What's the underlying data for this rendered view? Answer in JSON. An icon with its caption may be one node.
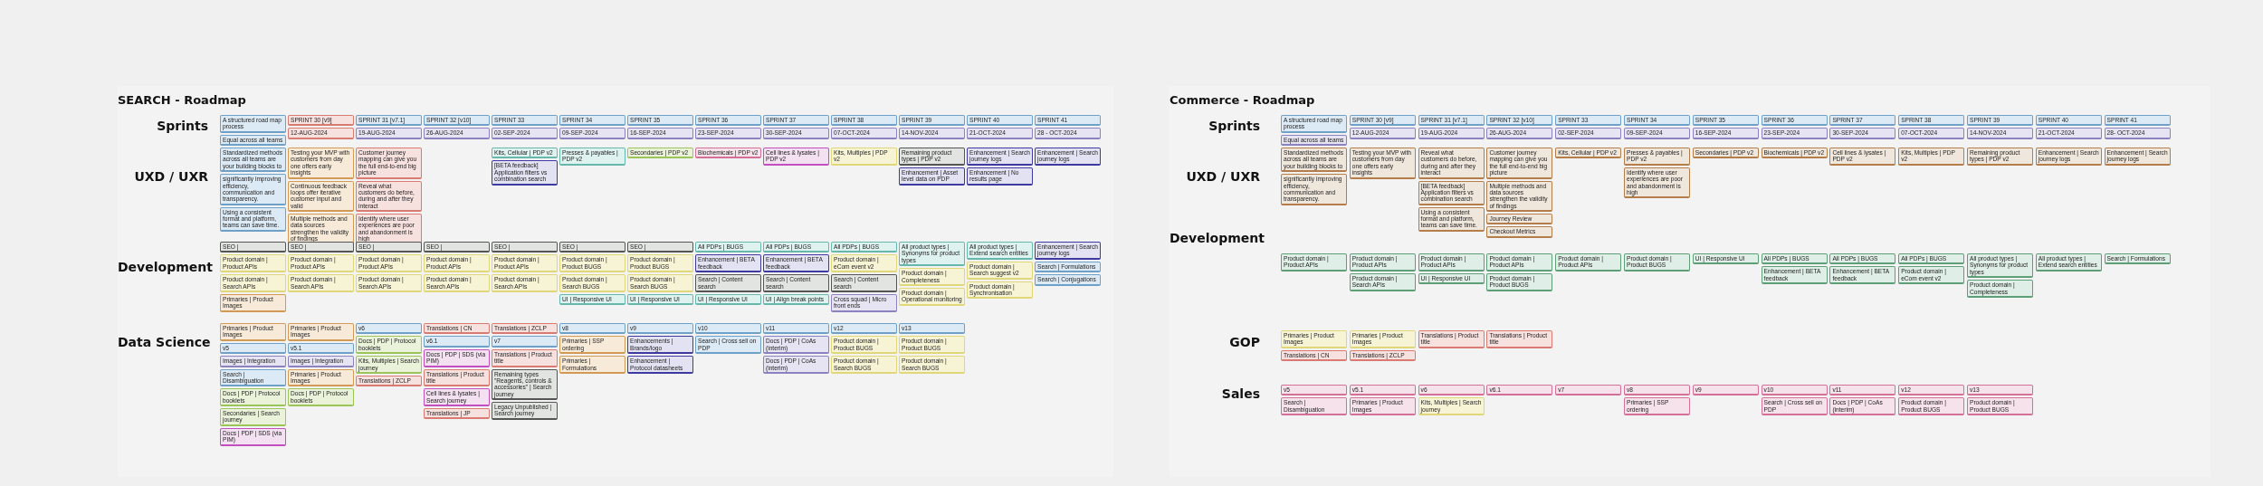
{
  "diagram": {
    "nodes": [
      {
        "text": [
          "SEARCH - Roadmap"
        ]
      },
      {
        "text": [
          "A structured road map process"
        ],
        "in": 0
      },
      {
        "text": [
          "Equal across all teams"
        ],
        "in": 0
      },
      {
        "text": [
          "SPRINT 30 [v9]"
        ],
        "in": 0
      },
      {
        "text": [
          "12-AUG-2024"
        ],
        "in": 0
      },
      {
        "text": [
          "SPRINT 31 [v7.1]"
        ],
        "in": 0
      },
      {
        "text": [
          "19-AUG-2024"
        ],
        "in": 0
      },
      {
        "text": [
          "SPRINT 32 [v10]"
        ],
        "in": 0
      },
      {
        "text": [
          "26-AUG-2024"
        ],
        "in": 0
      },
      {
        "text": [
          "SPRINT 33"
        ],
        "in": 0
      },
      {
        "text": [
          "02-SEP-2024"
        ],
        "in": 0
      },
      {
        "text": [
          "SPRINT 34"
        ],
        "in": 0
      },
      {
        "text": [
          "09-SEP-2024"
        ],
        "in": 0
      },
      {
        "text": [
          "SPRINT 35"
        ],
        "in": 0
      },
      {
        "text": [
          "16-SEP-2024"
        ],
        "in": 0
      },
      {
        "text": [
          "SPRINT 36"
        ],
        "in": 0
      },
      {
        "text": [
          "23-SEP-2024"
        ],
        "in": 0
      },
      {
        "text": [
          "SPRINT 37"
        ],
        "in": 0
      },
      {
        "text": [
          "30-SEP-2024"
        ],
        "in": 0
      },
      {
        "text": [
          "SPRINT 38"
        ],
        "in": 0
      },
      {
        "text": [
          "07-OCT-2024"
        ],
        "in": 0
      },
      {
        "text": [
          "SPRINT 39"
        ],
        "in": 0
      },
      {
        "text": [
          "14-NOV-2024"
        ],
        "in": 0
      },
      {
        "text": [
          "SPRINT 40"
        ],
        "in": 0
      },
      {
        "text": [
          "21-OCT-2024"
        ],
        "in": 0
      },
      {
        "text": [
          "SPRINT 41"
        ],
        "in": 0
      },
      {
        "text": [
          "28 - OCT-2024"
        ],
        "in": 0
      },
      {
        "text": [
          "Standardized methods across all teams are your building blocks to"
        ],
        "in": 0
      },
      {
        "text": [
          "significantly improving efficiency, communication and transparency."
        ],
        "in": 0
      },
      {
        "text": [
          "Using a consistent format and platform, teams can save time."
        ],
        "in": 0
      },
      {
        "text": [
          "Testing your MVP with customers from day one offers early insights"
        ],
        "in": 0
      },
      {
        "text": [
          "Continuous feedback loops offer iterative customer input and valid"
        ],
        "in": 0
      },
      {
        "text": [
          "Multiple methods and data sources strengthen the validity of findings"
        ],
        "in": 0
      },
      {
        "text": [
          "Customer journey mapping can give you the full end-to-end big picture"
        ],
        "in": 0
      },
      {
        "text": [
          "Reveal what customers do before, during and after they interact"
        ],
        "in": 0
      },
      {
        "text": [
          "Identify where user experiences are poor and abandonment is high"
        ],
        "in": 0
      },
      {
        "text": [
          "Kits, Cellular | PDP v2"
        ],
        "in": 0
      },
      {
        "text": [
          "[BETA feedback] Application filters vs combination search"
        ],
        "in": 0
      },
      {
        "text": [
          "Presses & payables | PDP v2"
        ],
        "in": 0
      },
      {
        "text": [
          "Secondaries | PDP v2"
        ],
        "in": 0
      },
      {
        "text": [
          "Biochemicals | PDP v2"
        ],
        "in": 0
      },
      {
        "text": [
          "Cell lines & lysates | PDP v2"
        ],
        "in": 0
      },
      {
        "text": [
          "Kits, Multiples | PDP v2"
        ],
        "in": 0
      },
      {
        "text": [
          "Remaining product types | PDP v2"
        ],
        "in": 0
      },
      {
        "text": [
          "Enhancement | Asset level data on PDP"
        ],
        "in": 0
      },
      {
        "text": [
          "Enhancement | Search journey logs"
        ],
        "in": 0
      },
      {
        "text": [
          "Enhancement | No results page"
        ],
        "in": 0
      },
      {
        "text": [
          "Enhancement | Search journey logs"
        ],
        "in": 0
      },
      {
        "text": [
          "SEO |"
        ],
        "in": 0
      },
      {
        "text": [
          "Product domain | Product APIs"
        ],
        "in": 0
      },
      {
        "text": [
          "Product domain | Search APIs"
        ],
        "in": 0
      },
      {
        "text": [
          "Primaries | Product Images"
        ],
        "in": 0
      },
      {
        "text": [
          "SEO |"
        ],
        "in": 0
      },
      {
        "text": [
          "Product domain | Product APIs"
        ],
        "in": 0
      },
      {
        "text": [
          "Product domain | Search APIs"
        ],
        "in": 0
      },
      {
        "text": [
          "SEO |"
        ],
        "in": 0
      },
      {
        "text": [
          "Product domain | Product APIs"
        ],
        "in": 0
      },
      {
        "text": [
          "Product domain | Search APIs"
        ],
        "in": 0
      },
      {
        "text": [
          "SEO |"
        ],
        "in": 0
      },
      {
        "text": [
          "Product domain | Product APIs"
        ],
        "in": 0
      },
      {
        "text": [
          "Product domain | Search APIs"
        ],
        "in": 0
      },
      {
        "text": [
          "SEO |"
        ],
        "in": 0
      },
      {
        "text": [
          "Product domain | Product APIs"
        ],
        "in": 0
      },
      {
        "text": [
          "Product domain | Search APIs"
        ],
        "in": 0
      },
      {
        "text": [
          "SEO |"
        ],
        "in": 0
      },
      {
        "text": [
          "Product domain | Product BUGS"
        ],
        "in": 0
      },
      {
        "text": [
          "Product domain | Search BUGS"
        ],
        "in": 0
      },
      {
        "text": [
          "UI | Responsive UI"
        ],
        "in": 0
      },
      {
        "text": [
          "SEO |"
        ],
        "in": 0
      },
      {
        "text": [
          "Product domain | Product BUGS"
        ],
        "in": 0
      },
      {
        "text": [
          "Product domain | Search BUGS"
        ],
        "in": 0
      },
      {
        "text": [
          "UI | Responsive UI"
        ],
        "in": 0
      },
      {
        "text": [
          "All PDPs | BUGS"
        ],
        "in": 0
      },
      {
        "text": [
          "Enhancement | BETA feedback"
        ],
        "in": 0
      },
      {
        "text": [
          "Search | Content search"
        ],
        "in": 0
      },
      {
        "text": [
          "UI | Responsive UI"
        ],
        "in": 0
      },
      {
        "text": [
          "All PDPs | BUGS"
        ],
        "in": 0
      },
      {
        "text": [
          "Enhancement | BETA feedback"
        ],
        "in": 0
      },
      {
        "text": [
          "Search | Content search"
        ],
        "in": 0
      },
      {
        "text": [
          "UI | Align break points"
        ],
        "in": 0
      },
      {
        "text": [
          "All PDPs | BUGS"
        ],
        "in": 0
      },
      {
        "text": [
          "Product domain | eCom event v2"
        ],
        "in": 0
      },
      {
        "text": [
          "Search | Content search"
        ],
        "in": 0
      },
      {
        "text": [
          "Cross squad | Micro front ends"
        ],
        "in": 0
      },
      {
        "text": [
          "All product types | Synonyms for product types"
        ],
        "in": 0
      },
      {
        "text": [
          "Product domain | Completeness"
        ],
        "in": 0
      },
      {
        "text": [
          "Product domain | Operational monitoring"
        ],
        "in": 0
      },
      {
        "text": [
          "All product types | Extend search entities"
        ],
        "in": 0
      },
      {
        "text": [
          "Product domain | Search suggest v2"
        ],
        "in": 0
      },
      {
        "text": [
          "Product domain | Synchronisation"
        ],
        "in": 0
      },
      {
        "text": [
          "Enhancement | Search journey logs"
        ],
        "in": 0
      },
      {
        "text": [
          "Search | Formulations"
        ],
        "in": 0
      },
      {
        "text": [
          "Search | Conjugations"
        ],
        "in": 0
      },
      {
        "text": [
          "Primaries | Product Images"
        ],
        "in": 0
      },
      {
        "text": [
          "v5"
        ],
        "in": 0
      },
      {
        "text": [
          "Images | Integration"
        ],
        "in": 0
      },
      {
        "text": [
          "Search | Disambiguation"
        ],
        "in": 0
      },
      {
        "text": [
          "Docs | PDP | Protocol booklets"
        ],
        "in": 0
      },
      {
        "text": [
          "Secondaries | Search journey"
        ],
        "in": 0
      },
      {
        "text": [
          "Docs | PDP | SDS (via PIM)"
        ],
        "in": 0
      },
      {
        "text": [
          "Primaries | Product Images"
        ],
        "in": 0
      },
      {
        "text": [
          "v5.1"
        ],
        "in": 0
      },
      {
        "text": [
          "Images | Integration"
        ],
        "in": 0
      },
      {
        "text": [
          "Primaries | Product Images"
        ],
        "in": 0
      },
      {
        "text": [
          "Docs | PDP | Protocol booklets"
        ],
        "in": 0
      },
      {
        "text": [
          "v6"
        ],
        "in": 0
      },
      {
        "text": [
          "Docs | PDP | Protocol booklets"
        ],
        "in": 0
      },
      {
        "text": [
          "Kits, Multiples | Search journey"
        ],
        "in": 0
      },
      {
        "text": [
          "Translations | ZCLP"
        ],
        "in": 0
      },
      {
        "text": [
          "Translations | CN"
        ],
        "in": 0
      },
      {
        "text": [
          "v6.1"
        ],
        "in": 0
      },
      {
        "text": [
          "Docs | PDP | SDS (via PIM)"
        ],
        "in": 0
      },
      {
        "text": [
          "Translations | Product title"
        ],
        "in": 0
      },
      {
        "text": [
          "Cell lines & lysates | Search journey"
        ],
        "in": 0
      },
      {
        "text": [
          "Translations | JP"
        ],
        "in": 0
      },
      {
        "text": [
          "Translations | ZCLP"
        ],
        "in": 0
      },
      {
        "text": [
          "v7"
        ],
        "in": 0
      },
      {
        "text": [
          "Translations | Product title"
        ],
        "in": 0
      },
      {
        "text": [
          "Remaining types \"Reagents, controls & accessories\" | Search journey"
        ],
        "in": 0
      },
      {
        "text": [
          "Legacy Unpublished | Search journey"
        ],
        "in": 0
      },
      {
        "text": [
          "v8"
        ],
        "in": 0
      },
      {
        "text": [
          "Primaries | SSP ordering"
        ],
        "in": 0
      },
      {
        "text": [
          "Primaries | Formulations"
        ],
        "in": 0
      },
      {
        "text": [
          "v9"
        ],
        "in": 0
      },
      {
        "text": [
          "Enhancements | Brands/logo"
        ],
        "in": 0
      },
      {
        "text": [
          "Enhancement | Protocol datasheets"
        ],
        "in": 0
      },
      {
        "text": [
          "v10"
        ],
        "in": 0
      },
      {
        "text": [
          "Search | Cross sell on PDP"
        ],
        "in": 0
      },
      {
        "text": [
          "v11"
        ],
        "in": 0
      },
      {
        "text": [
          "Docs | PDP | CoAs (interim)"
        ],
        "in": 0
      },
      {
        "text": [
          "Docs | PDP | CoAs (interim)"
        ],
        "in": 0
      },
      {
        "text": [
          "v12"
        ],
        "in": 0
      },
      {
        "text": [
          "Product domain | Product BUGS"
        ],
        "in": 0
      },
      {
        "text": [
          "Product domain | Search BUGS"
        ],
        "in": 0
      },
      {
        "text": [
          "v13"
        ],
        "in": 0
      },
      {
        "text": [
          "Product domain | Product BUGS"
        ],
        "in": 0
      },
      {
        "text": [
          "Product domain | Search BUGS"
        ],
        "in": 0
      },
      {
        "text": [
          "Commerce - Roadmap"
        ]
      },
      {
        "text": [
          "A structured road map process"
        ],
        "in": 137
      },
      {
        "text": [
          "Equal across all teams"
        ],
        "in": 137
      },
      {
        "text": [
          "SPRINT 30 [v9]"
        ],
        "in": 137
      },
      {
        "text": [
          "12-AUG-2024"
        ],
        "in": 137
      },
      {
        "text": [
          "SPRINT 31 [v7.1]"
        ],
        "in": 137
      },
      {
        "text": [
          "19-AUG-2024"
        ],
        "in": 137
      },
      {
        "text": [
          "SPRINT 32 [v10]"
        ],
        "in": 137
      },
      {
        "text": [
          "26-AUG-2024"
        ],
        "in": 137
      },
      {
        "text": [
          "SPRINT 33"
        ],
        "in": 137
      },
      {
        "text": [
          "02-SEP-2024"
        ],
        "in": 137
      },
      {
        "text": [
          "SPRINT 34"
        ],
        "in": 137
      },
      {
        "text": [
          "09-SEP-2024"
        ],
        "in": 137
      },
      {
        "text": [
          "SPRINT 35"
        ],
        "in": 137
      },
      {
        "text": [
          "16-SEP-2024"
        ],
        "in": 137
      },
      {
        "text": [
          "SPRINT 36"
        ],
        "in": 137
      },
      {
        "text": [
          "23-SEP-2024"
        ],
        "in": 137
      },
      {
        "text": [
          "SPRINT 37"
        ],
        "in": 137
      },
      {
        "text": [
          "30-SEP-2024"
        ],
        "in": 137
      },
      {
        "text": [
          "SPRINT 38"
        ],
        "in": 137
      },
      {
        "text": [
          "07-OCT-2024"
        ],
        "in": 137
      },
      {
        "text": [
          "SPRINT 39"
        ],
        "in": 137
      },
      {
        "text": [
          "14-NOV-2024"
        ],
        "in": 137
      },
      {
        "text": [
          "SPRINT 40"
        ],
        "in": 137
      },
      {
        "text": [
          "21-OCT-2024"
        ],
        "in": 137
      },
      {
        "text": [
          "SPRINT 41"
        ],
        "in": 137
      },
      {
        "text": [
          "28- OCT-2024"
        ],
        "in": 137
      },
      {
        "text": [
          "Standardized methods across all teams are your building blocks to"
        ],
        "in": 137
      },
      {
        "text": [
          "significantly improving efficiency, communication and transparency."
        ],
        "in": 137
      },
      {
        "text": [
          "Testing your MVP with customers from day one offers early insights"
        ],
        "in": 137
      },
      {
        "text": [
          "Reveal what customers do before, during and after they interact"
        ],
        "in": 137
      },
      {
        "text": [
          "[BETA feedback] Application filters vs combination search"
        ],
        "in": 137
      },
      {
        "text": [
          "Using a consistent format and platform, teams can save time."
        ],
        "in": 137
      },
      {
        "text": [
          "Customer journey mapping can give you the full end-to-end big picture"
        ],
        "in": 137
      },
      {
        "text": [
          "Multiple methods and data sources strengthen the validity of findings"
        ],
        "in": 137
      },
      {
        "text": [
          "Journey Review"
        ],
        "in": 137
      },
      {
        "text": [
          "Checkout Metrics"
        ],
        "in": 137
      },
      {
        "text": [
          "Kits, Cellular | PDP v2"
        ],
        "in": 137
      },
      {
        "text": [
          "Presses & payables | PDP v2"
        ],
        "in": 137
      },
      {
        "text": [
          "Identify where user experiences are poor and abandonment is high"
        ],
        "in": 137
      },
      {
        "text": [
          "Secondaries | PDP v2"
        ],
        "in": 137
      },
      {
        "text": [
          "Biochemicals | PDP v2"
        ],
        "in": 137
      },
      {
        "text": [
          "Cell lines & lysates | PDP v2"
        ],
        "in": 137
      },
      {
        "text": [
          "Kits, Multiples | PDP v2"
        ],
        "in": 137
      },
      {
        "text": [
          "Remaining product types | PDP v2"
        ],
        "in": 137
      },
      {
        "text": [
          "Enhancement | Search journey logs"
        ],
        "in": 137
      },
      {
        "text": [
          "Enhancement | Search journey logs"
        ],
        "in": 137
      },
      {
        "text": [
          "Product domain | Product APIs"
        ],
        "in": 137
      },
      {
        "text": [
          "Product domain | Product APIs"
        ],
        "in": 137
      },
      {
        "text": [
          "Product domain | Search APIs"
        ],
        "in": 137
      },
      {
        "text": [
          "Product domain | Product APIs"
        ],
        "in": 137
      },
      {
        "text": [
          "UI | Responsive UI"
        ],
        "in": 137
      },
      {
        "text": [
          "Product domain | Product APIs"
        ],
        "in": 137
      },
      {
        "text": [
          "Product domain | Product BUGS"
        ],
        "in": 137
      },
      {
        "text": [
          "Product domain | Product APIs"
        ],
        "in": 137
      },
      {
        "text": [
          "Product domain | Product BUGS"
        ],
        "in": 137
      },
      {
        "text": [
          "UI | Responsive UI"
        ],
        "in": 137
      },
      {
        "text": [
          "All PDPs | BUGS"
        ],
        "in": 137
      },
      {
        "text": [
          "Enhancement | BETA feedback"
        ],
        "in": 137
      },
      {
        "text": [
          "All PDPs | BUGS"
        ],
        "in": 137
      },
      {
        "text": [
          "Enhancement | BETA feedback"
        ],
        "in": 137
      },
      {
        "text": [
          "All PDPs | BUGS"
        ],
        "in": 137
      },
      {
        "text": [
          "Product domain | eCom event v2"
        ],
        "in": 137
      },
      {
        "text": [
          "All product types | Synonyms for product types"
        ],
        "in": 137
      },
      {
        "text": [
          "Product domain | Completeness"
        ],
        "in": 137
      },
      {
        "text": [
          "All product types | Extend search entities"
        ],
        "in": 137
      },
      {
        "text": [
          "Search | Formulations"
        ],
        "in": 137
      },
      {
        "text": [
          "Primaries | Product Images"
        ],
        "in": 137
      },
      {
        "text": [
          "Translations | CN"
        ],
        "in": 137
      },
      {
        "text": [
          "Primaries | Product Images"
        ],
        "in": 137
      },
      {
        "text": [
          "Translations | ZCLP"
        ],
        "in": 137
      },
      {
        "text": [
          "Translations | Product title"
        ],
        "in": 137
      },
      {
        "text": [
          "Translations | Product title"
        ],
        "in": 137
      },
      {
        "text": [
          "v5"
        ],
        "in": 137
      },
      {
        "text": [
          "Search | Disambiguation"
        ],
        "in": 137
      },
      {
        "text": [
          "v5.1"
        ],
        "in": 137
      },
      {
        "text": [
          "Primaries | Product Images"
        ],
        "in": 137
      },
      {
        "text": [
          "v6"
        ],
        "in": 137
      },
      {
        "text": [
          "Kits, Multiples | Search journey"
        ],
        "in": 137
      },
      {
        "text": [
          "v6.1"
        ],
        "in": 137
      },
      {
        "text": [
          "v7"
        ],
        "in": 137
      },
      {
        "text": [
          "v8"
        ],
        "in": 137
      },
      {
        "text": [
          "Primaries | SSP ordering"
        ],
        "in": 137
      },
      {
        "text": [
          "v9"
        ],
        "in": 137
      },
      {
        "text": [
          "v10"
        ],
        "in": 137
      },
      {
        "text": [
          "Search | Cross sell on PDP"
        ],
        "in": 137
      },
      {
        "text": [
          "v11"
        ],
        "in": 137
      },
      {
        "text": [
          "Docs | PDP | CoAs (interim)"
        ],
        "in": 137
      },
      {
        "text": [
          "v12"
        ],
        "in": 137
      },
      {
        "text": [
          "Product domain | Product BUGS"
        ],
        "in": 137
      },
      {
        "text": [
          "v13"
        ],
        "in": 137
      },
      {
        "text": [
          "Product domain | Product BUGS"
        ],
        "in": 137
      }
    ],
    "labels": [
      "Sprints",
      "UXD / UXR",
      "Development",
      "Data Science",
      "Sprints",
      "UXD / UXR",
      "Development",
      "GOP",
      "Sales"
    ]
  }
}
